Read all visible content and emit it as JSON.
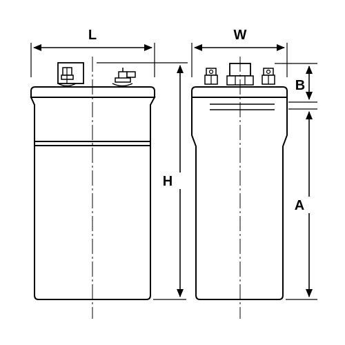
{
  "diagram": {
    "dimension_labels": {
      "length": "L",
      "width": "W",
      "height": "H",
      "terminal_height": "B",
      "body_height": "A"
    },
    "colors": {
      "stroke": "#000000",
      "background": "#ffffff"
    },
    "icons": {
      "front_view": "battery-front-view-icon",
      "side_view": "battery-side-view-icon"
    }
  }
}
